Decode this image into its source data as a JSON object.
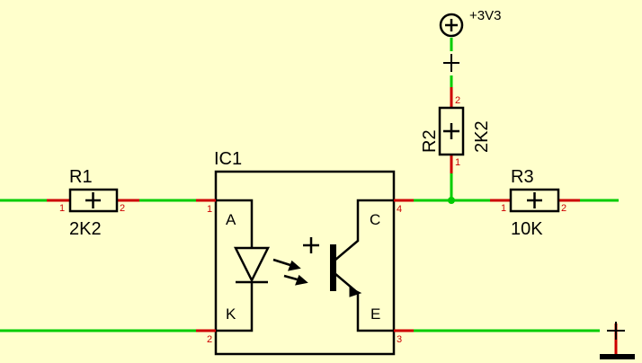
{
  "colors": {
    "background": "#ffffcc",
    "wire": "#00cc00",
    "pin": "#cc0000",
    "outline": "#000000"
  },
  "power": {
    "net_label": "+3V3",
    "icon": "power-plus-symbol"
  },
  "ic1": {
    "ref": "IC1",
    "pin_labels": {
      "anode": "A",
      "cathode": "K",
      "collector": "C",
      "emitter": "E"
    },
    "pin_numbers": {
      "anode": "1",
      "cathode": "2",
      "emitter": "3",
      "collector": "4"
    }
  },
  "r1": {
    "ref": "R1",
    "value": "2K2",
    "pin1": "1",
    "pin2": "2"
  },
  "r2": {
    "ref": "R2",
    "value": "2K2",
    "pin1": "1",
    "pin2": "2"
  },
  "r3": {
    "ref": "R3",
    "value": "10K",
    "pin1": "1",
    "pin2": "2"
  },
  "ground": {
    "icon": "ground-symbol"
  }
}
